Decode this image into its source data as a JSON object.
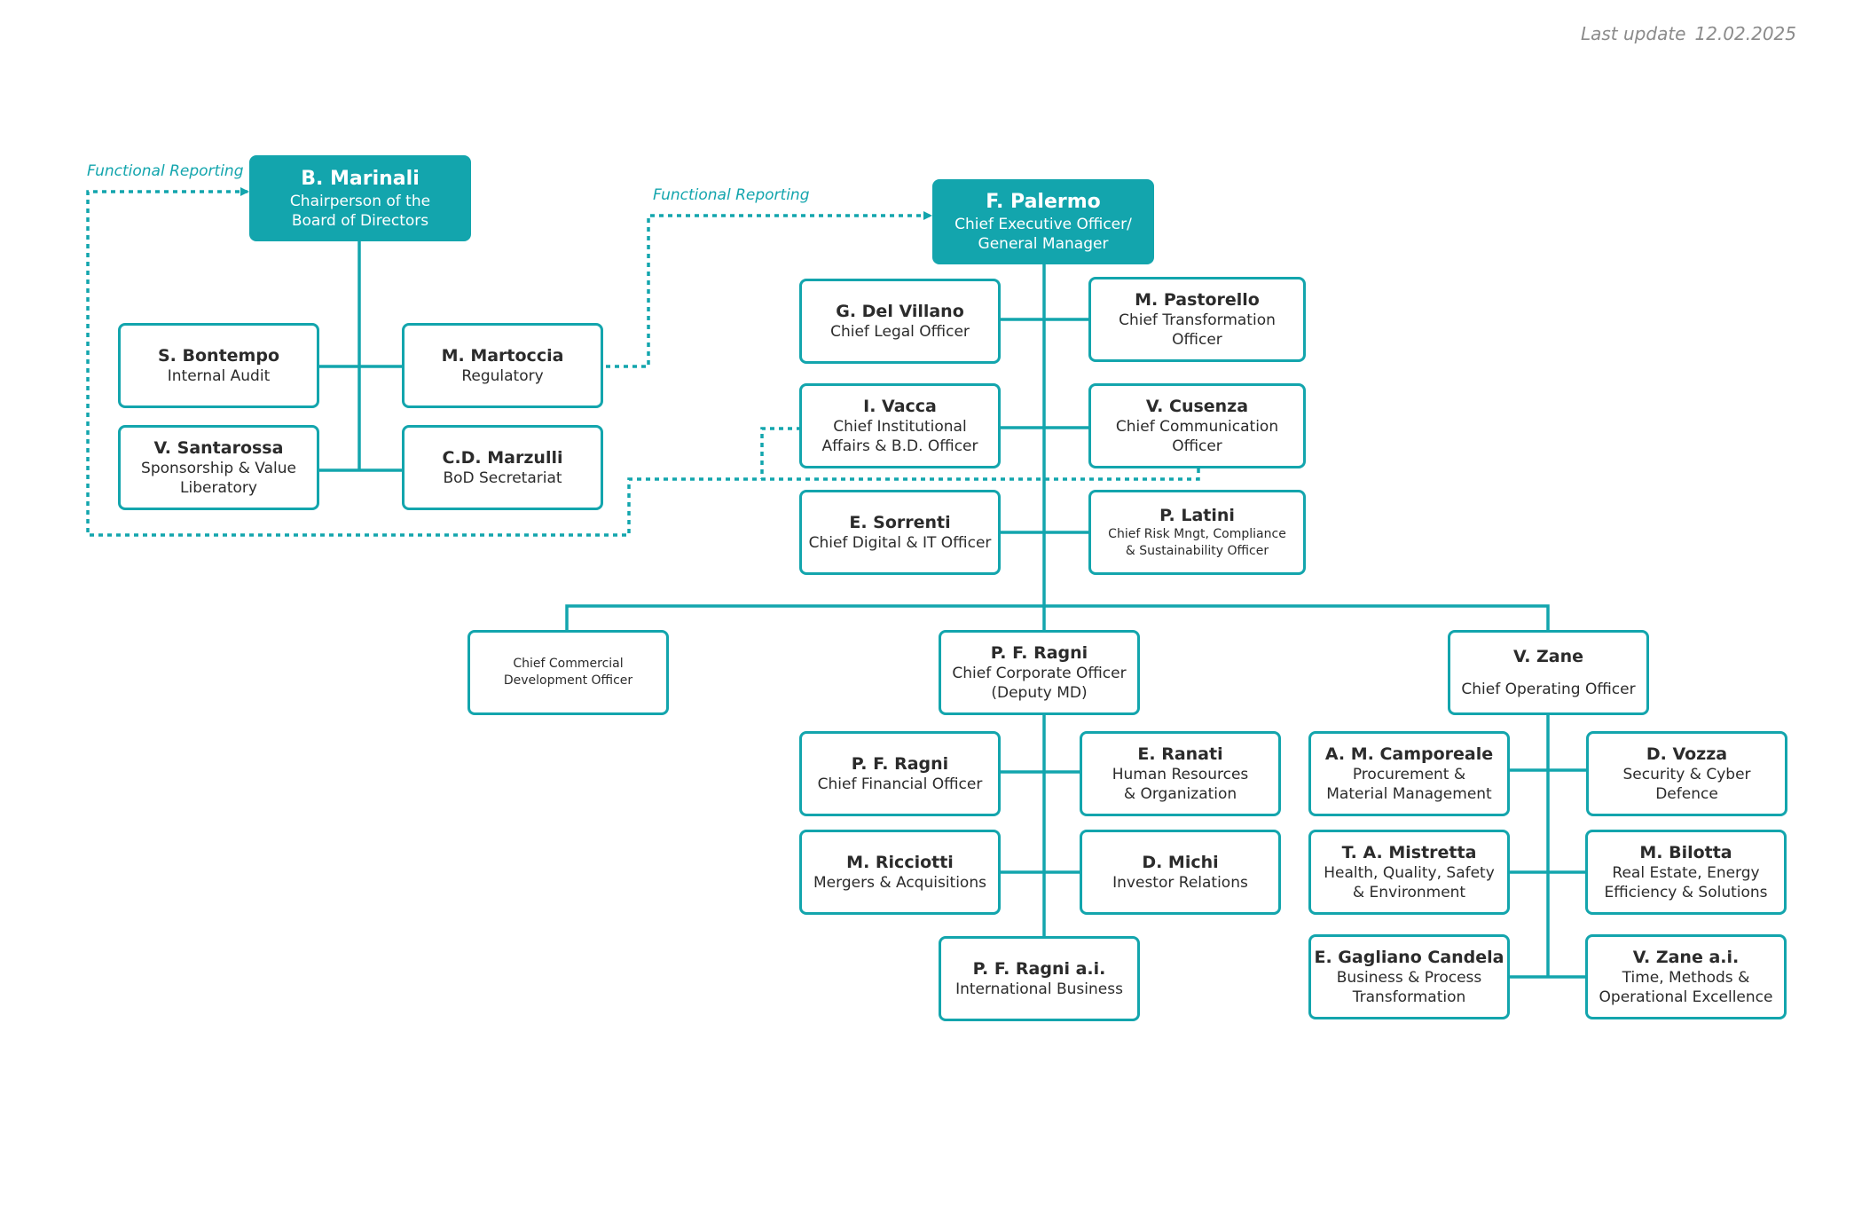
{
  "last_update": {
    "label": "Last update",
    "date": "12.02.2025"
  },
  "functional_reporting": [
    "Functional Reporting",
    "Functional Reporting"
  ],
  "colors": {
    "accent": "#13a5ad",
    "text": "#2b2b2b",
    "muted": "#8b8b8b"
  },
  "people": {
    "marinali": {
      "name": "B. Marinali",
      "role": "Chairperson of the\nBoard of Directors"
    },
    "bontempo": {
      "name": "S. Bontempo",
      "role": "Internal Audit"
    },
    "martoccia": {
      "name": "M. Martoccia",
      "role": "Regulatory"
    },
    "santarossa": {
      "name": "V. Santarossa",
      "role": "Sponsorship & Value\nLiberatory"
    },
    "marzulli": {
      "name": "C.D. Marzulli",
      "role": "BoD Secretariat"
    },
    "palermo": {
      "name": "F. Palermo",
      "role": "Chief Executive Officer/\nGeneral Manager"
    },
    "delvillano": {
      "name": "G. Del Villano",
      "role": "Chief Legal Officer"
    },
    "pastorello": {
      "name": "M. Pastorello",
      "role": "Chief Transformation\nOfficer"
    },
    "vacca": {
      "name": "I. Vacca",
      "role": "Chief Institutional\nAffairs & B.D. Officer"
    },
    "cusenza": {
      "name": "V. Cusenza",
      "role": "Chief Communication\nOfficer"
    },
    "sorrenti": {
      "name": "E. Sorrenti",
      "role": "Chief Digital & IT Officer"
    },
    "latini": {
      "name": "P. Latini",
      "role": "Chief Risk Mngt, Compliance\n& Sustainability Officer"
    },
    "cco": {
      "role": "Chief Commercial\nDevelopment Officer"
    },
    "ragni": {
      "name": "P. F. Ragni",
      "role": "Chief Corporate Officer\n(Deputy MD)"
    },
    "zane": {
      "name": "V. Zane",
      "role": "Chief Operating Officer"
    },
    "ragni_cfo": {
      "name": "P. F. Ragni",
      "role": "Chief Financial Officer"
    },
    "ranati": {
      "name": "E. Ranati",
      "role": "Human Resources\n& Organization"
    },
    "ricciotti": {
      "name": "M. Ricciotti",
      "role": "Mergers & Acquisitions"
    },
    "michi": {
      "name": "D. Michi",
      "role": "Investor Relations"
    },
    "ragni_ai": {
      "name": "P. F. Ragni a.i.",
      "role": "International Business"
    },
    "camporeale": {
      "name": "A. M. Camporeale",
      "role": "Procurement &\nMaterial Management"
    },
    "vozza": {
      "name": "D. Vozza",
      "role": "Security & Cyber\nDefence"
    },
    "mistretta": {
      "name": "T. A. Mistretta",
      "role": "Health, Quality, Safety\n& Environment"
    },
    "bilotta": {
      "name": "M. Bilotta",
      "role": "Real Estate, Energy\nEfficiency & Solutions"
    },
    "gagliano": {
      "name": "E. Gagliano Candela",
      "role": "Business & Process\nTransformation"
    },
    "zane_ai": {
      "name": "V. Zane a.i.",
      "role": "Time, Methods &\nOperational Excellence"
    }
  }
}
